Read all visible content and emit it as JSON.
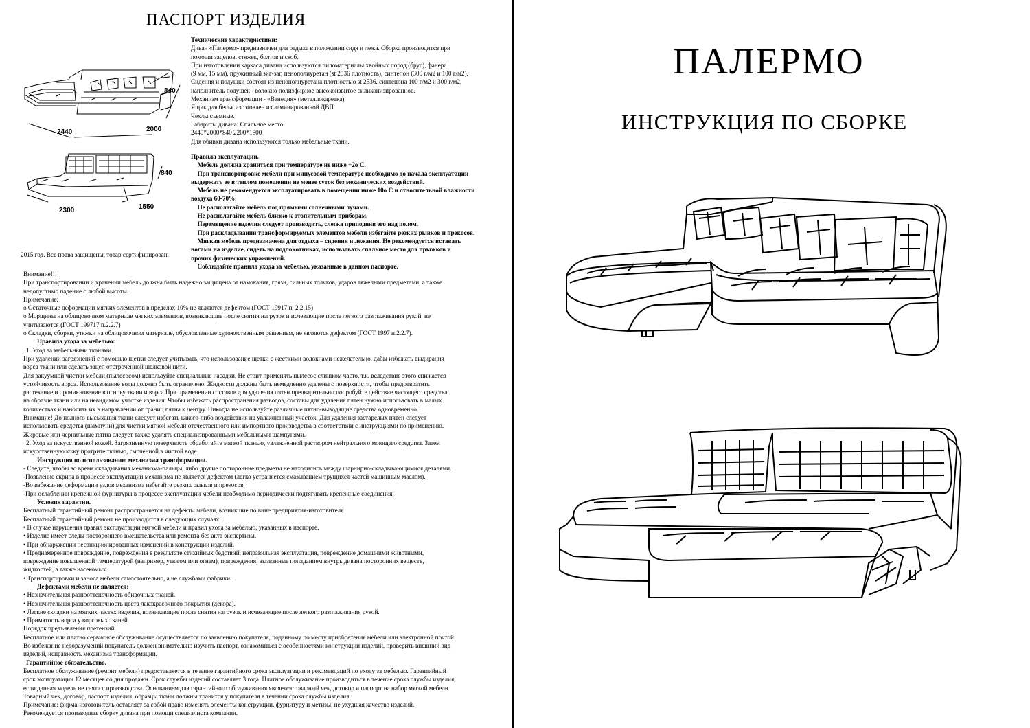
{
  "left_page": {
    "title": "ПАСПОРТ ИЗДЕЛИЯ",
    "dimensions": {
      "corner_height": "840",
      "corner_width": "2440",
      "corner_depth": "2000",
      "bed_height": "840",
      "bed_width": "2300",
      "bed_depth": "1550"
    },
    "tech_heading": "Технические характеристики:",
    "tech_lines": [
      "Диван «Палермо» предназначен для отдыха в положении сидя и лежа. Сборка производится при",
      "помощи зацепов, стяжек, болтов и скоб.",
      "При изготовлении каркаса дивана используются пиломатериалы хвойных пород (брус),  фанера",
      "(9 мм, 15 мм), пружинный зиг-заг, пенополиуретан (st 2536 плотность), синтепон (300 г/м2 и 100 г/м2).",
      "Сидения и подушки состоят из пенополиуретана плотностью st 2536, синтепона 100 г/м2 и 300 г/м2,",
      "наполнитель подушек - волокно полиэфирное высокоизвитое силиконизированное.",
      "Механизм трансформации - «Венеция» (металлокаретка).",
      "Ящик для белья изготовлен из ламинированной ДВП.",
      "Чехлы съемные.",
      "Габариты дивана:        Спальное место:",
      "2440*2000*840                  2200*1500",
      "Для обивки дивана используются только мебельные ткани."
    ],
    "rules_heading": "Правила эксплуатации.",
    "rules_lines": [
      " Мебель должна храниться при температуре не ниже +2о С.",
      "  При транспортировке мебели при минусовой температуре необходимо до начала эксплуатации",
      "выдержать ее в теплом помещении не менее суток без механических воздействий.",
      "  Мебель не рекомендуется эксплуатировать в помещении ниже 10о С и относительной влажности",
      "воздуха 60-70%.",
      " Не располагайте мебель под прямыми солнечными лучами.",
      " Не располагайте мебель близко к отопительным приборам.",
      " Перемещение изделия следует производить, слегка приподняв его над полом.",
      " При раскладывании трансформируемых элементов мебели избегайте резких рывков и прекосов.",
      "  Мягкая мебель предназначена для отдыха – сидения и лежания. Не рекомендуется вставать",
      "ногами на изделие, сидеть на подлокотниках, использовать спальное место для прыжков и",
      "прочих физических упражнений.",
      " Соблюдайте правила ухода за мебелью, указанные в данном паспорте."
    ],
    "copyright": "2015 год. Все права защищены, товар сертифицирован.",
    "body_lines": [
      {
        "text": "Внимание!!!",
        "style": ""
      },
      {
        "text": "При транспортировании и хранении мебель должна быть надежно защищена от намокания, грязи, сильных толчков, ударов тяжелыми предметами, а также",
        "style": ""
      },
      {
        "text": "недопустимо падение с любой высоты.",
        "style": ""
      },
      {
        "text": "Примечание:",
        "style": ""
      },
      {
        "text": "o  Остаточные деформации мягких элементов в пределах 10% не являются дефектом (ГОСТ 19917 п. 2.2.15)",
        "style": ""
      },
      {
        "text": "o  Морщины на облицовочном материале мягких элементов, возникающие после снятия нагрузок и исчезающие после легкого разглаживания рукой, не",
        "style": ""
      },
      {
        "text": "учитываются (ГОСТ 199717 п.2.2.7)",
        "style": ""
      },
      {
        "text": "o  Складки, сборки, утяжки на облицовочном материале, обусловленные художественным решением, не являются дефектом (ГОСТ 1997 п.2.2.7).",
        "style": ""
      },
      {
        "text": "Правила ухода за мебелью:",
        "style": "bold-ind"
      },
      {
        "text": "1.   Уход за мебельными тканями.",
        "style": "num"
      },
      {
        "text": "При удалении загрязнений с помощью щетки следует учитывать, что использование щетки с жесткими волокнами нежелательно, дабы избежать выдирания",
        "style": ""
      },
      {
        "text": "ворса ткани или сделать зацеп отстроченной шелковой нити.",
        "style": ""
      },
      {
        "text": "Для вакуумной чистки мебели (пылесосом) используйте специальные насадки. Не стоит применять пылесос слишком часто, т.к. вследствие этого снижается",
        "style": ""
      },
      {
        "text": "устойчивость ворса. Использование воды должно быть ограничено. Жидкости должны быть немедленно удалены с поверхности, чтобы предотвратить",
        "style": ""
      },
      {
        "text": "растекание и проникновение в основу ткани и ворса.При применении составов для удаления пятен предварительно попробуйте действие чистящего средства",
        "style": ""
      },
      {
        "text": "на образце ткани или на невидимом участке изделия. Чтобы избежать распространения разводов, составы для удаления пятен нужно использовать в малых",
        "style": ""
      },
      {
        "text": "количествах и наносить их в направлении от границ пятна к центру. Никогда не используйте различные пятно-выводящие средства одновременно.",
        "style": ""
      },
      {
        "text": "Внимание! До полного высыхания ткани следует избегать какого-либо воздействия на увлажненный участок. Для удаления застарелых пятен следует",
        "style": ""
      },
      {
        "text": "использовать средства (шампуни) для чистки мягкой мебели отечественного или импортного производства в соответствии с инструкциями по применению.",
        "style": ""
      },
      {
        "text": "Жировые или чернильные пятна следует также удалять специализированными мебельными шампунями.",
        "style": ""
      },
      {
        "text": "2.   Уход за искусственной кожей. Загрязненную поверхность обработайте мягкой тканью, увлажненной раствором нейтрального моющего средства. Затем",
        "style": "num"
      },
      {
        "text": "искусственную кожу протрите тканью, смоченной в чистой воде.",
        "style": ""
      },
      {
        "text": "Инструкция по использованию механизма трансформации.",
        "style": "bold-ind"
      },
      {
        "text": "- Следите, чтобы во время складывания механизма-пальцы, либо другие посторонние предметы не находились между шарнирно-складывающимися деталями.",
        "style": ""
      },
      {
        "text": "-Появление скрипа в процессе эксплуатации механизма не является дефектом (легко устраняется смазыванием трущихся частей машинным маслом).",
        "style": ""
      },
      {
        "text": "-Во избежание деформации узлов механизма избегайте резких рывков и прекосов.",
        "style": ""
      },
      {
        "text": "-При ослаблении крепежной фурнитуры в процессе эксплуатации мебели необходимо периодически подтягивать крепежные соединения.",
        "style": ""
      },
      {
        "text": "Условия гарантии.",
        "style": "bold-ind"
      },
      {
        "text": "Бесплатный гарантийный ремонт распространяется на дефекты мебели, возникшие по вине предприятия-изготовителя.",
        "style": ""
      },
      {
        "text": "Бесплатный гарантийный ремонт не производится в следующих случаях:",
        "style": ""
      },
      {
        "text": "•  В случае нарушения правил эксплуатации мягкой мебели и правил ухода за мебелью, указанных в паспорте.",
        "style": ""
      },
      {
        "text": "•  Изделие имеет следы постороннего вмешательства или ремонта без акта экспертизы.",
        "style": ""
      },
      {
        "text": "•  При обнаружении несанкционированных изменений в конструкции изделий.",
        "style": ""
      },
      {
        "text": "•  Преднамеренное повреждение, повреждения в результате стихийных бедствий, неправильная эксплуатация, повреждение домашними животными,",
        "style": ""
      },
      {
        "text": "повреждение повышенной температурой (например, утюгом или огнем), повреждения, вызванные попаданием внутрь дивана посторонних веществ,",
        "style": ""
      },
      {
        "text": "жидкостей, а также насекомых.",
        "style": ""
      },
      {
        "text": "•  Транспортировки и заноса мебели самостоятельно, а не службами фабрики.",
        "style": ""
      },
      {
        "text": "Дефектами мебели не является:",
        "style": "bold-ind"
      },
      {
        "text": "•  Незначительная разнооттеночность обивочных тканей.",
        "style": ""
      },
      {
        "text": "•  Незначительная разнооттеночность цвета лакокрасочного покрытия (декора).",
        "style": ""
      },
      {
        "text": "•  Легкие складки на мягких частях изделия, возникающие после снятия нагрузок и исчезающие после легкого разглаживания рукой.",
        "style": ""
      },
      {
        "text": "•  Примятость ворса у ворсовых тканей.",
        "style": ""
      },
      {
        "text": "Порядок предъявления претензий.",
        "style": ""
      },
      {
        "text": "Бесплатное или платно сервисное обслуживание осуществляется по заявлению покупателя, поданному по месту приобретения мебели или электронной почтой.",
        "style": ""
      },
      {
        "text": "Во избежание недоразумений покупатель должен внимательно изучить паспорт, ознакомиться с особенностями конструкции изделий, проверить внешний вид",
        "style": ""
      },
      {
        "text": "изделий, исправность механизма трансформации.",
        "style": ""
      },
      {
        "text": "Гарантийное обязательство.",
        "style": "bold-ind2"
      },
      {
        "text": "Бесплатное обслуживание (ремонт мебели) предоставляется в течение гарантийного срока эксплуатации и рекомендаций по уходу за мебелью. Гарантийный",
        "style": "dark"
      },
      {
        "text": "срок эксплуатации 12 месяцев со дня продажи. Срок службы изделий составляет 3 года. Платное обслуживание производиться в течение срока службы изделия,",
        "style": "dark"
      },
      {
        "text": "если данная модель не снята с производства. Основанием для гарантийного обслуживания является товарный чек, договор и паспорт на набор мягкой мебели.",
        "style": "dark"
      },
      {
        "text": "Товарный чек, договор, паспорт изделия, образцы ткани должны хранится у покупателя в течении срока службы изделия.",
        "style": "dark"
      },
      {
        "text": "Примечание: фирма-изготовитель оставляет за собой право изменять элементы конструкции, фурнитуру и метизы, не ухудшая качество изделий.",
        "style": "dark"
      },
      {
        "text": " Рекомендуется производить сборку дивана при помощи специалиста компании.",
        "style": "dark"
      }
    ]
  },
  "right_page": {
    "title": "ПАЛЕРМО",
    "subtitle": "ИНСТРУКЦИЯ ПО СБОРКЕ"
  }
}
